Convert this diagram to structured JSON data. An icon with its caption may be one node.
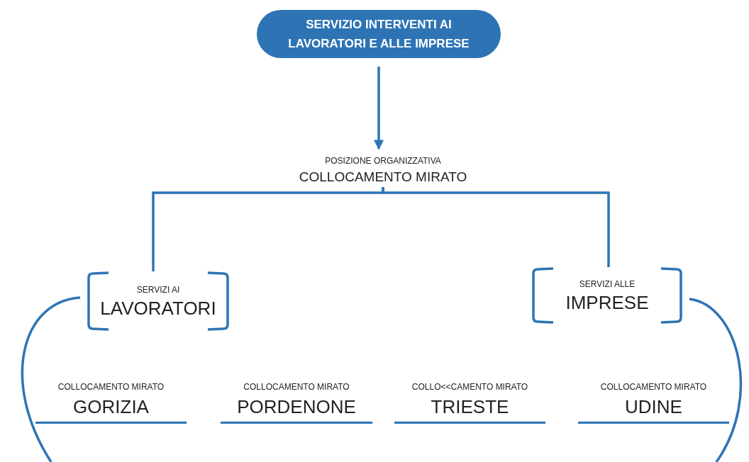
{
  "diagram": {
    "nodes": [
      {
        "text": [
          "SERVIZIO INTERVENTI AI LAVORATORI E ALLE IMPRESE"
        ]
      },
      {
        "text": [
          "POSIZIONE ORGANIZZATIVA",
          "COLLOCAMENTO MIRATO"
        ]
      },
      {
        "text": [
          "SERVIZI AI",
          "LAVORATORI"
        ]
      },
      {
        "text": [
          "SERVIZI ALLE",
          "IMPRESE"
        ]
      },
      {
        "text": [
          "COLLOCAMENTO MIRATO",
          "GORIZIA"
        ]
      },
      {
        "text": [
          "COLLOCAMENTO MIRATO",
          "PORDENONE"
        ]
      },
      {
        "text": [
          "COLLO<<CAMENTO MIRATO",
          "TRIESTE"
        ]
      },
      {
        "text": [
          "COLLOCAMENTO MIRATO",
          "UDINE"
        ]
      }
    ],
    "edges": [
      {
        "from": 0,
        "to": 1,
        "arrow": "to"
      },
      {
        "from": 1,
        "to": 2,
        "arrow": "none"
      },
      {
        "from": 1,
        "to": 3,
        "arrow": "none"
      },
      {
        "from": 2,
        "to": null,
        "arrow": "none"
      },
      {
        "from": 3,
        "to": null,
        "arrow": "none"
      }
    ]
  }
}
